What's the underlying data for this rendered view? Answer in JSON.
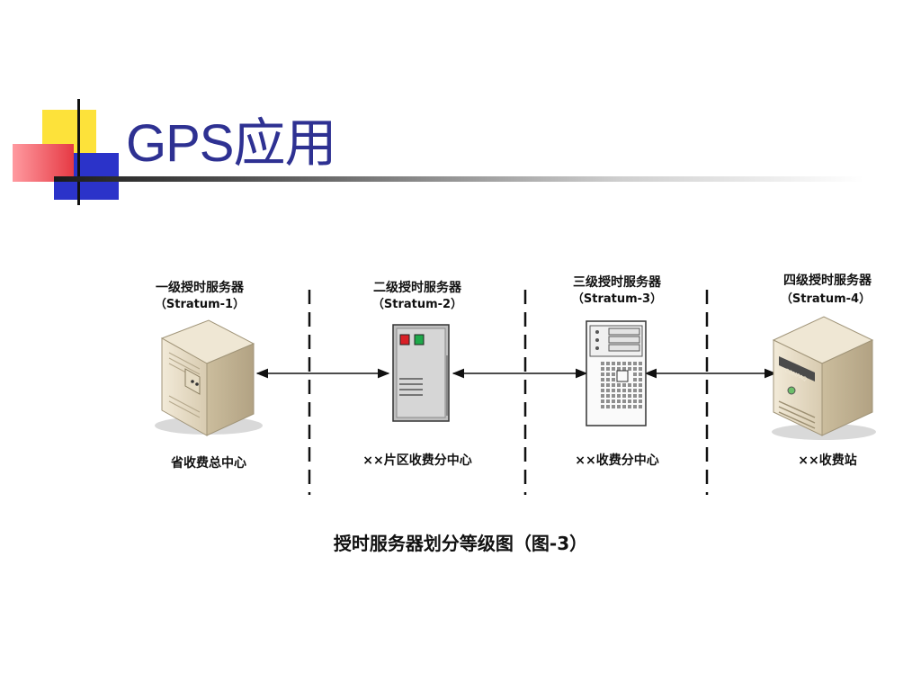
{
  "slide": {
    "title": "GPS应用",
    "caption": "授时服务器划分等级图（图-3）"
  },
  "diagram": {
    "servers": [
      {
        "level": "一级授时服务器",
        "stratum": "（Stratum-1）",
        "site": "省收费总中心",
        "icon": "tower-server-icon"
      },
      {
        "level": "二级授时服务器",
        "stratum": "（Stratum-2）",
        "site": "××片区收费分中心",
        "icon": "panel-server-icon"
      },
      {
        "level": "三级授时服务器",
        "stratum": "（Stratum-3）",
        "site": "××收费分中心",
        "icon": "rack-server-icon"
      },
      {
        "level": "四级授时服务器",
        "stratum": "（Stratum-4）",
        "site": "××收费站",
        "icon": "compaq-server-icon"
      }
    ],
    "colors": {
      "title": "#2e3192",
      "led_red": "#d91f26",
      "led_green": "#1ea84a"
    }
  }
}
